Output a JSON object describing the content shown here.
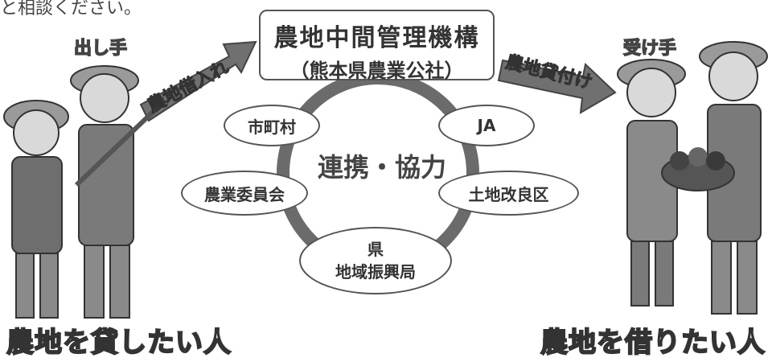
{
  "top_text": "と相談ください。",
  "organization": {
    "name": "農地中間管理機構",
    "subname": "（熊本県農業公社）"
  },
  "flows": {
    "left_arrow": "農地借入れ",
    "right_arrow": "農地貸付け"
  },
  "cooperation": {
    "center_label": "連携・協力",
    "partners": {
      "municipality": "市町村",
      "ja": "JA",
      "agri_committee": "農業委員会",
      "land_improvement": "土地改良区",
      "pref_line1": "県",
      "pref_line2": "地域振興局"
    }
  },
  "giver": {
    "role": "出し手",
    "caption": "農地を貸したい人"
  },
  "receiver": {
    "role": "受け手",
    "caption": "農地を借りたい人"
  }
}
